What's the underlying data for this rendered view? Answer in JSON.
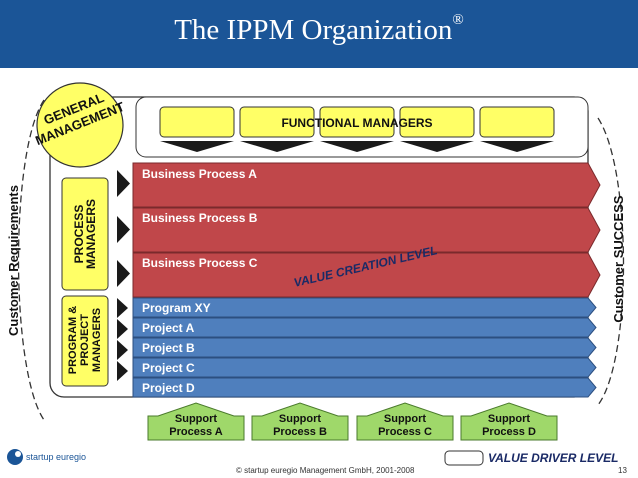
{
  "header": {
    "title": "The IPPM Organization",
    "title_mark": "®"
  },
  "left_side_label": "Customer Requirements",
  "right_side_label": "Customer SUCCESS",
  "general_management": {
    "line1": "GENERAL",
    "line2": "MANAGEMENT"
  },
  "functional_managers": {
    "label": "FUNCTIONAL MANAGERS",
    "box_count": 5
  },
  "process_managers": {
    "line1": "PROCESS",
    "line2": "MANAGERS"
  },
  "program_project_managers": {
    "line1": "PROGRAM &",
    "line2": "PROJECT",
    "line3": "MANAGERS"
  },
  "business_processes": [
    "Business Process A",
    "Business Process B",
    "Business Process C"
  ],
  "programs_projects": [
    "Program XY",
    "Project A",
    "Project B",
    "Project C",
    "Project D"
  ],
  "value_creation_label": "VALUE CREATION LEVEL",
  "support_processes": [
    {
      "line1": "Support",
      "line2": "Process A"
    },
    {
      "line1": "Support",
      "line2": "Process B"
    },
    {
      "line1": "Support",
      "line2": "Process C"
    },
    {
      "line1": "Support",
      "line2": "Process D"
    }
  ],
  "legend": {
    "label": "VALUE DRIVER LEVEL"
  },
  "footer": {
    "copyright": "© startup euregio Management GmbH, 2001-2008",
    "page_number": "13",
    "logo_text": "startup euregio"
  },
  "colors": {
    "header": "#1b5597",
    "process_red": "#c0474a",
    "project_blue": "#4f7fbd",
    "yellow": "#ffff66",
    "support_green": "#9fd86a"
  }
}
